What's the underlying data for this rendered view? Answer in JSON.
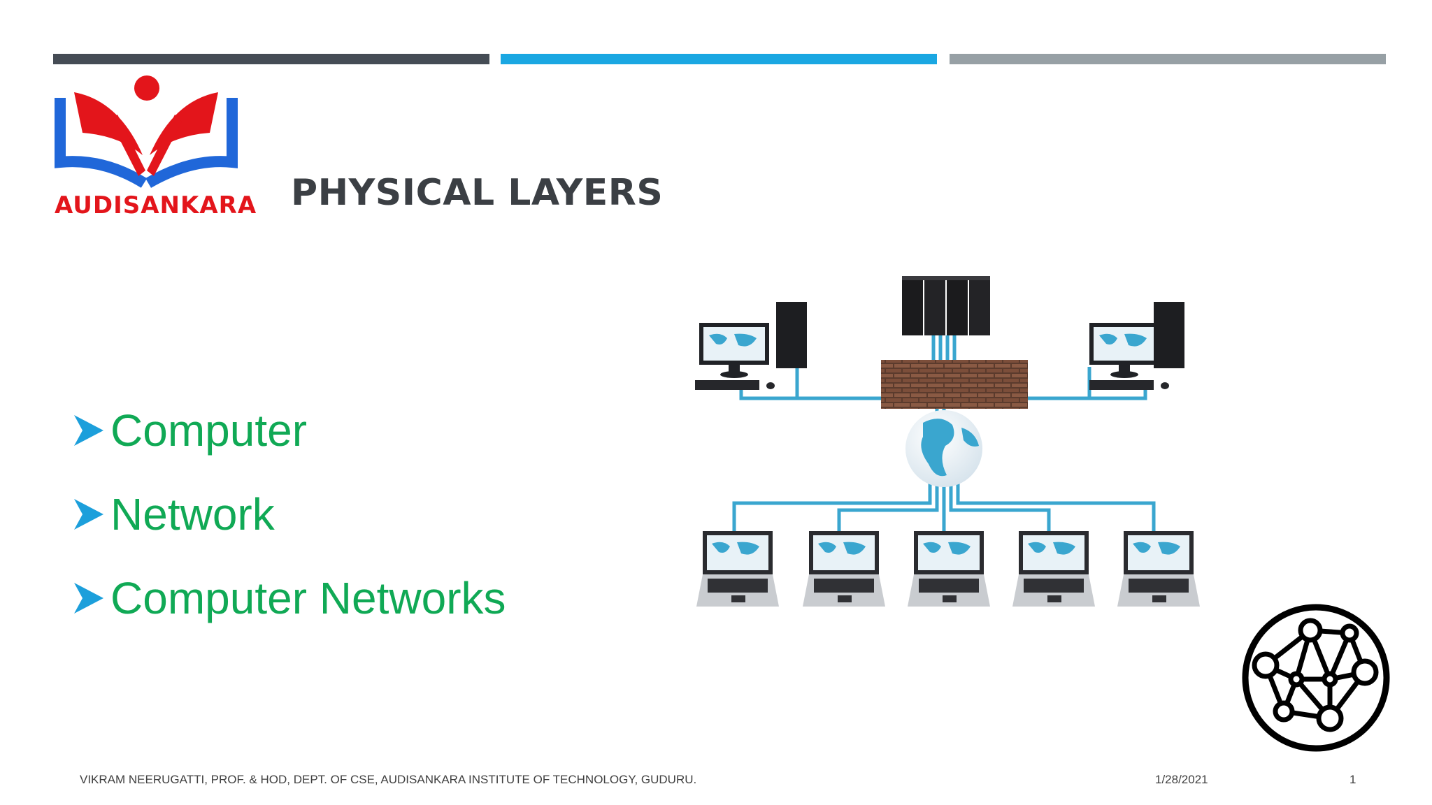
{
  "colors": {
    "bar_dark": "#454c55",
    "bar_blue": "#1aa7e2",
    "bar_gray": "#97a0a5",
    "logo_red": "#e3151b",
    "logo_blue": "#2067d9",
    "bullet_green": "#10a955",
    "arrow_blue": "#1c9fdb",
    "cable_blue": "#3aa6cf"
  },
  "logo": {
    "text": "AUDISANKARA"
  },
  "slide": {
    "title": "PHYSICAL LAYERS"
  },
  "bullets": [
    {
      "text": "Computer"
    },
    {
      "text": "Network"
    },
    {
      "text": "Computer Networks"
    }
  ],
  "icons": {
    "bullet": "arrow-bullet-icon",
    "network": "network-globe-icon"
  },
  "footer": {
    "text": "VIKRAM NEERUGATTI, PROF. & HOD, DEPT. OF CSE, AUDISANKARA INSTITUTE OF TECHNOLOGY, GUDURU.",
    "date": "1/28/2021",
    "page": "1"
  }
}
